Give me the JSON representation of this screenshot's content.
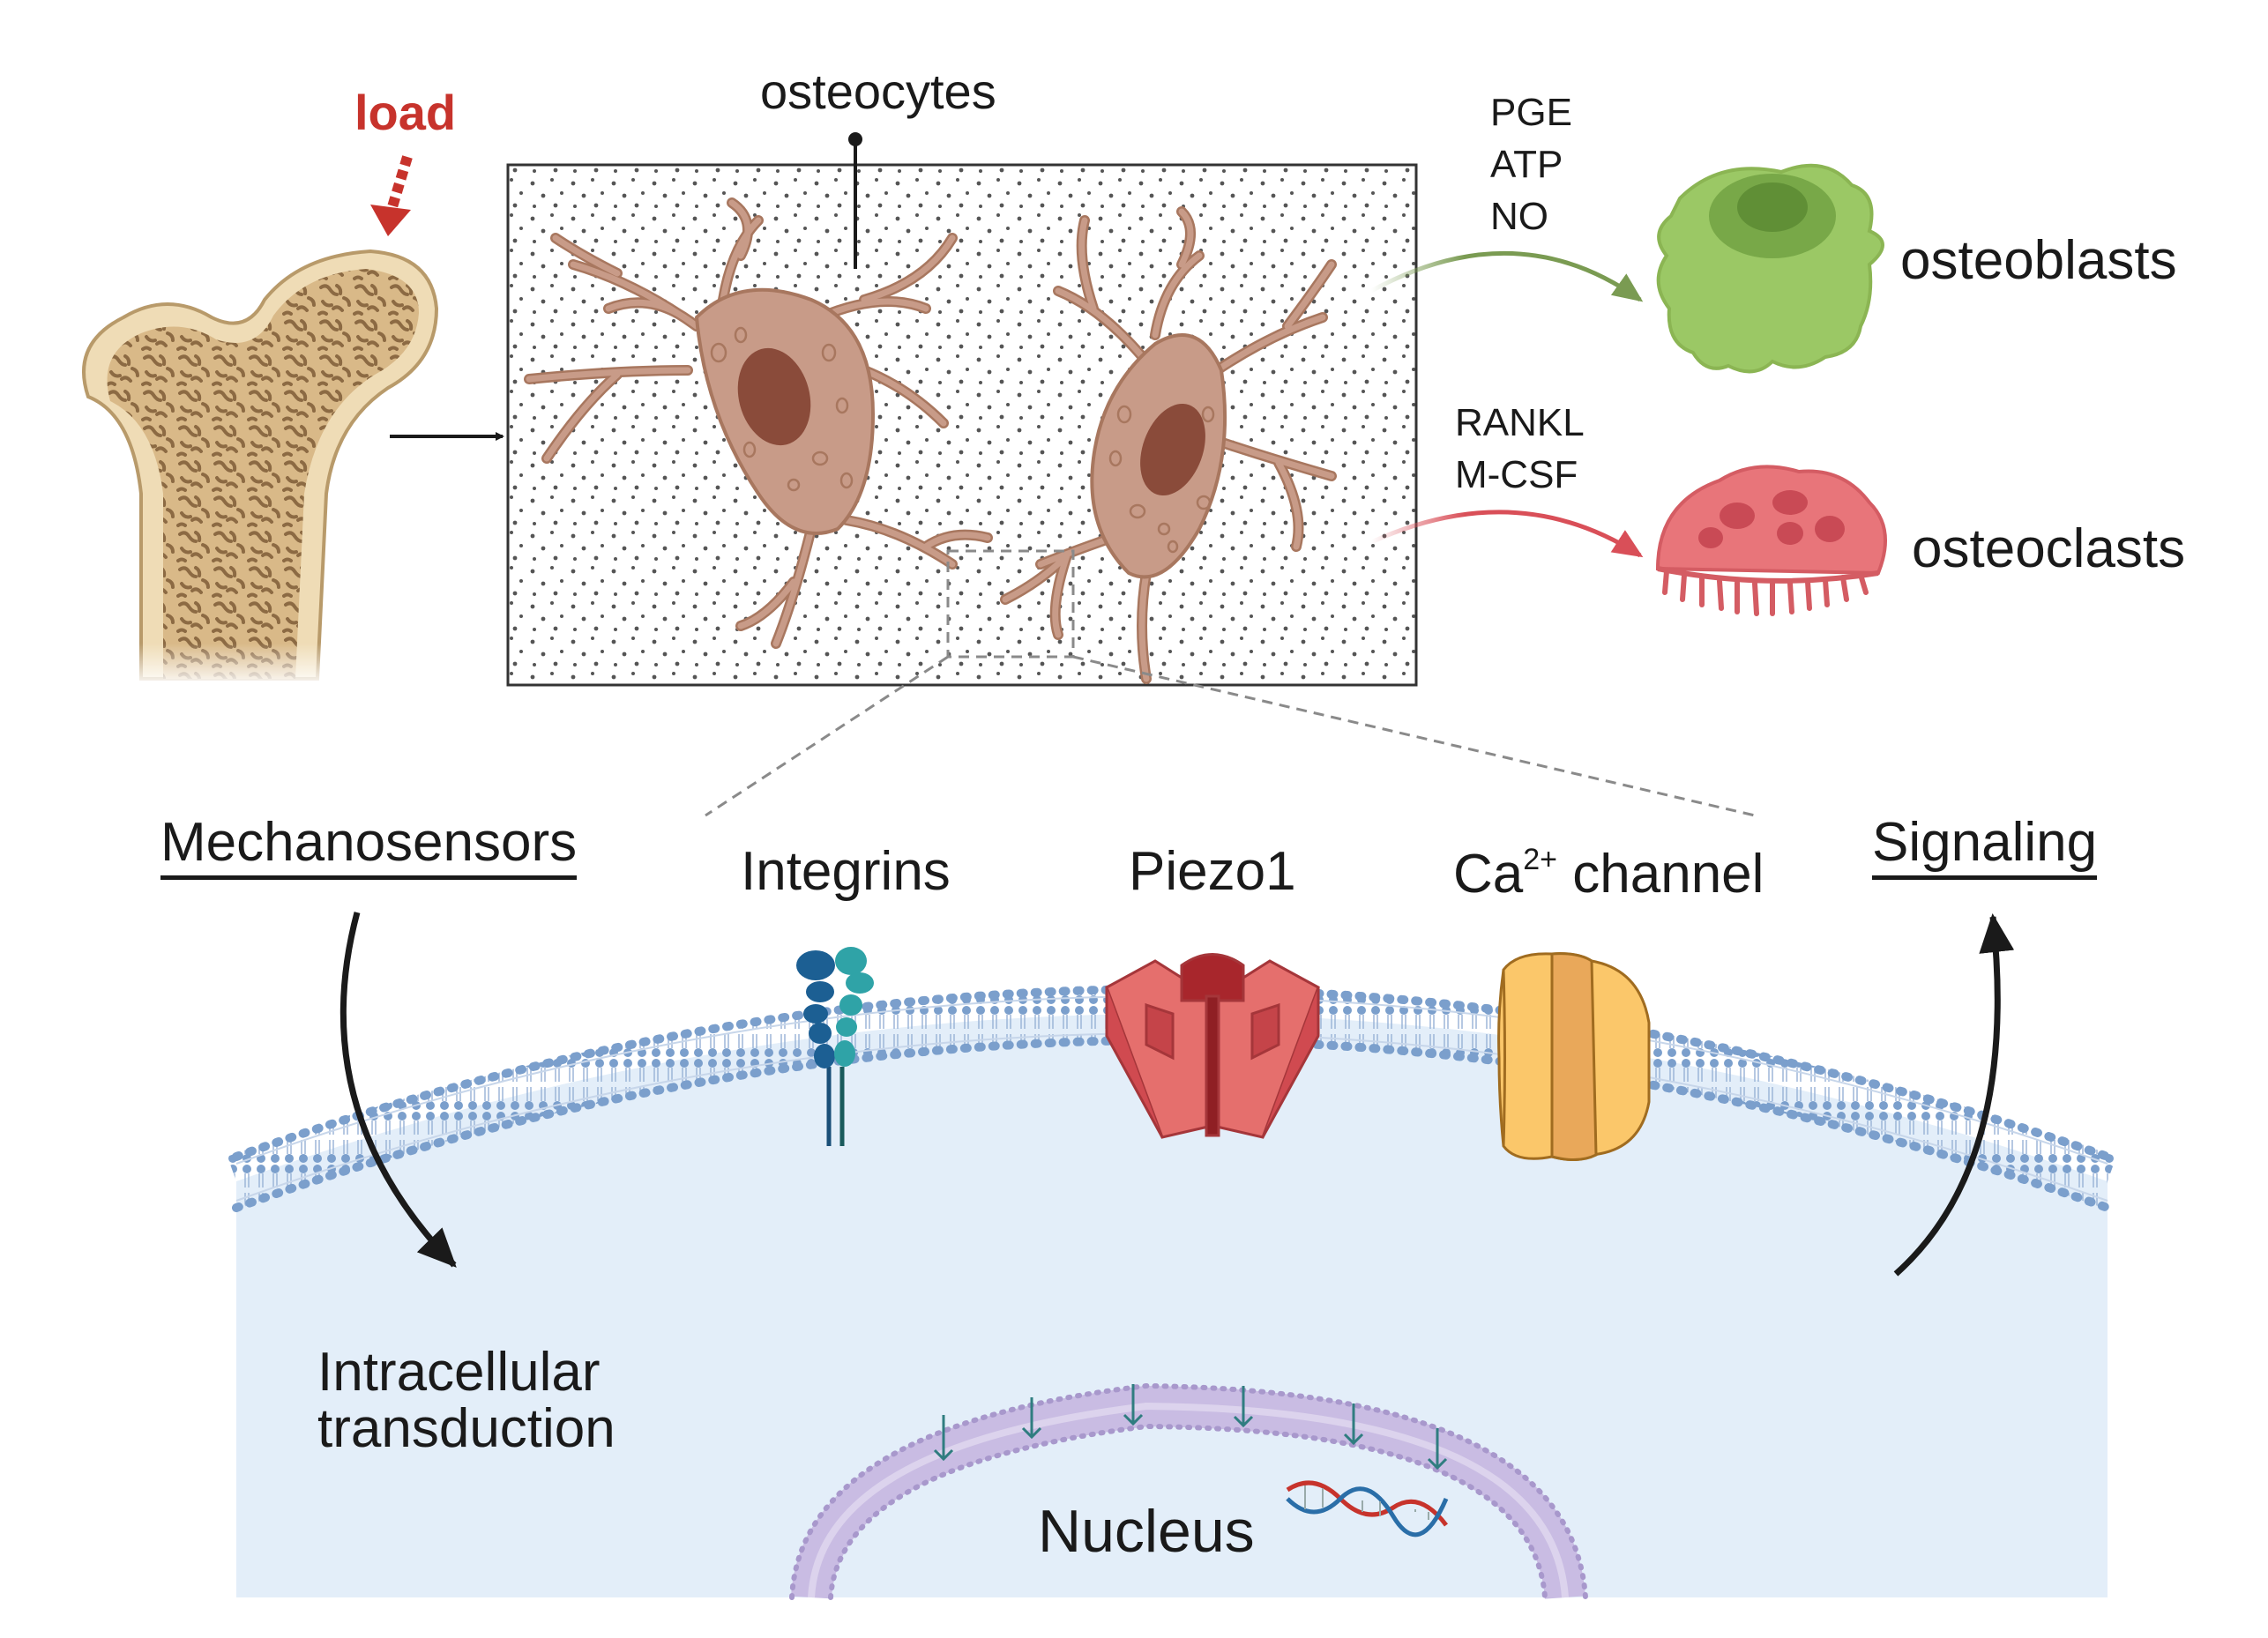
{
  "labels": {
    "load": "load",
    "osteocytes": "osteocytes",
    "osteoblasts": "osteoblasts",
    "osteoclasts": "osteoclasts",
    "mechanosensors": "Mechanosensors",
    "integrins": "Integrins",
    "piezo1": "Piezo1",
    "ca_channel_prefix": "Ca",
    "ca_channel_sup": "2+",
    "ca_channel_suffix": " channel",
    "signaling": "Signaling",
    "intracellular_line1": "Intracellular",
    "intracellular_line2": "transduction",
    "nucleus": "Nucleus"
  },
  "osteoblast_signals": [
    "PGE",
    "ATP",
    "NO"
  ],
  "osteoclast_signals": [
    "RANKL",
    "M-CSF"
  ],
  "colors": {
    "load_arrow": "#c7332c",
    "osteoblast": "#9bc865",
    "osteoblast_arrow": "#6f9a48",
    "osteoclast": "#e8757a",
    "osteoclast_arrow": "#d84d55",
    "osteocyte": "#c89b88",
    "osteocyte_nucleus": "#8a4b3a",
    "bone": "#e9d2a8",
    "cytoplasm": "#e3eef9",
    "membrane": "#7b9fcc",
    "nuclear_envelope": "#b8a5d8",
    "integrin_dark": "#1c5f93",
    "integrin_teal": "#2fa3a7",
    "piezo": "#e56f6d",
    "ca_channel": "#fbc76a"
  }
}
